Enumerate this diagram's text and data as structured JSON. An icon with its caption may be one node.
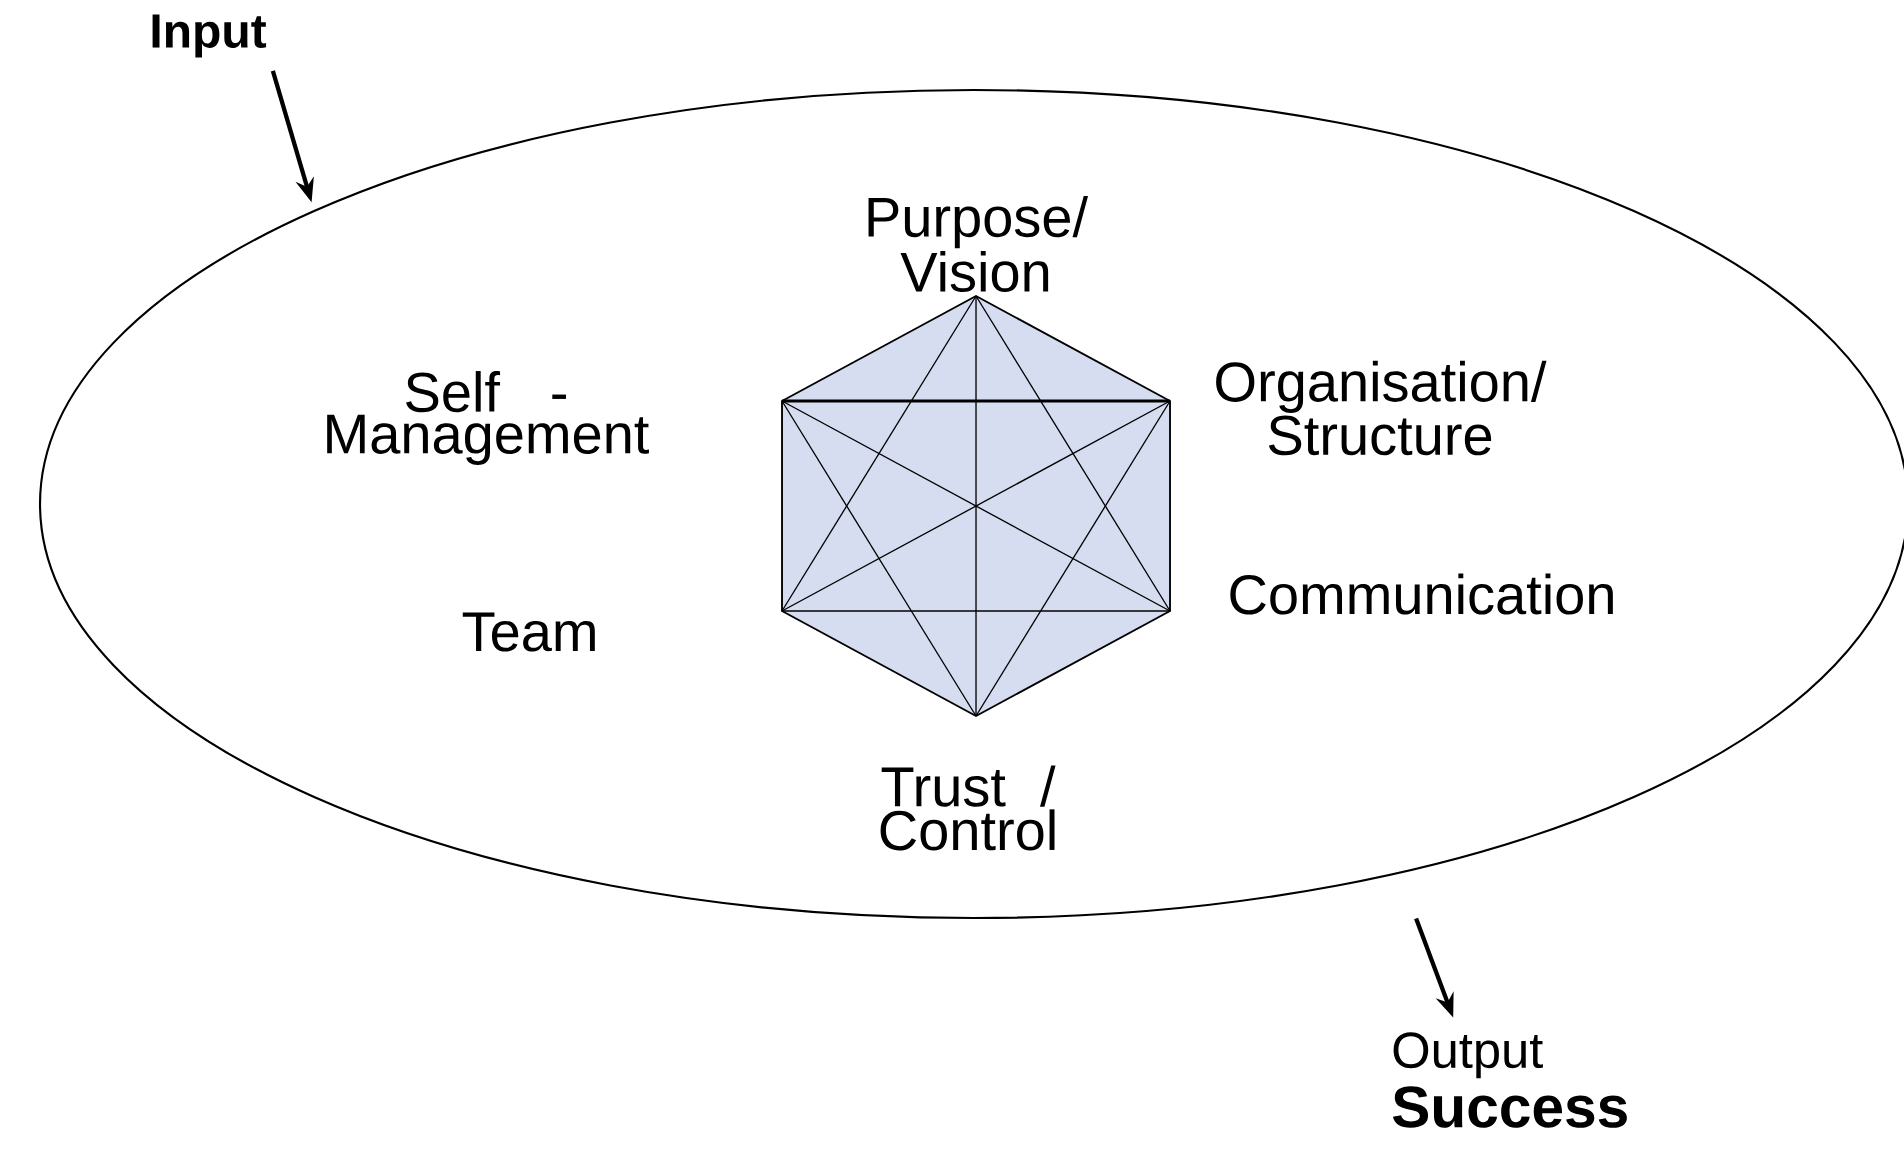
{
  "diagram": {
    "nodes": [
      {
        "text": [
          "Input"
        ]
      },
      {
        "text": [],
        "shape": "ellipse"
      },
      {
        "text": [],
        "shape": "hexagon",
        "in": 1
      },
      {
        "text": [
          "Output",
          "Success"
        ]
      }
    ],
    "edges": [
      {
        "from": 0,
        "to": 1,
        "arrow": "to"
      },
      {
        "from": 1,
        "to": 3,
        "arrow": "to"
      }
    ],
    "labels": [
      "Purpose/ Vision",
      "Self - Management",
      "Organisation/ Structure",
      "Communication",
      "Team",
      "Trust / Control"
    ]
  }
}
